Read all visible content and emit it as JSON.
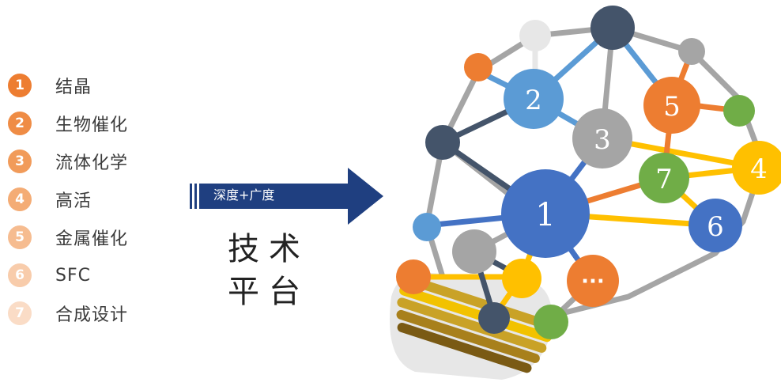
{
  "list": {
    "items": [
      {
        "num": "1",
        "label": "结晶",
        "color": "#ed7d31"
      },
      {
        "num": "2",
        "label": "生物催化",
        "color": "#ef8c45"
      },
      {
        "num": "3",
        "label": "流体化学",
        "color": "#f19b5a"
      },
      {
        "num": "4",
        "label": "高活",
        "color": "#f4ac75"
      },
      {
        "num": "5",
        "label": "金属催化",
        "color": "#f6bc90"
      },
      {
        "num": "6",
        "label": "SFC",
        "color": "#f8ccab"
      },
      {
        "num": "7",
        "label": "合成设计",
        "color": "#fadcc6"
      }
    ]
  },
  "arrow": {
    "label": "深度+广度",
    "color": "#1f3f80"
  },
  "platform": {
    "line1": "技术",
    "line2": "平台"
  },
  "bulb": {
    "nodes": [
      {
        "label": "1",
        "color": "#4472c4"
      },
      {
        "label": "2",
        "color": "#5b9bd5"
      },
      {
        "label": "3",
        "color": "#a5a5a5"
      },
      {
        "label": "4",
        "color": "#ffc000"
      },
      {
        "label": "5",
        "color": "#ed7d31"
      },
      {
        "label": "6",
        "color": "#4472c4"
      },
      {
        "label": "7",
        "color": "#70ad47"
      },
      {
        "label": "···",
        "color": "#ed7d31"
      }
    ]
  }
}
